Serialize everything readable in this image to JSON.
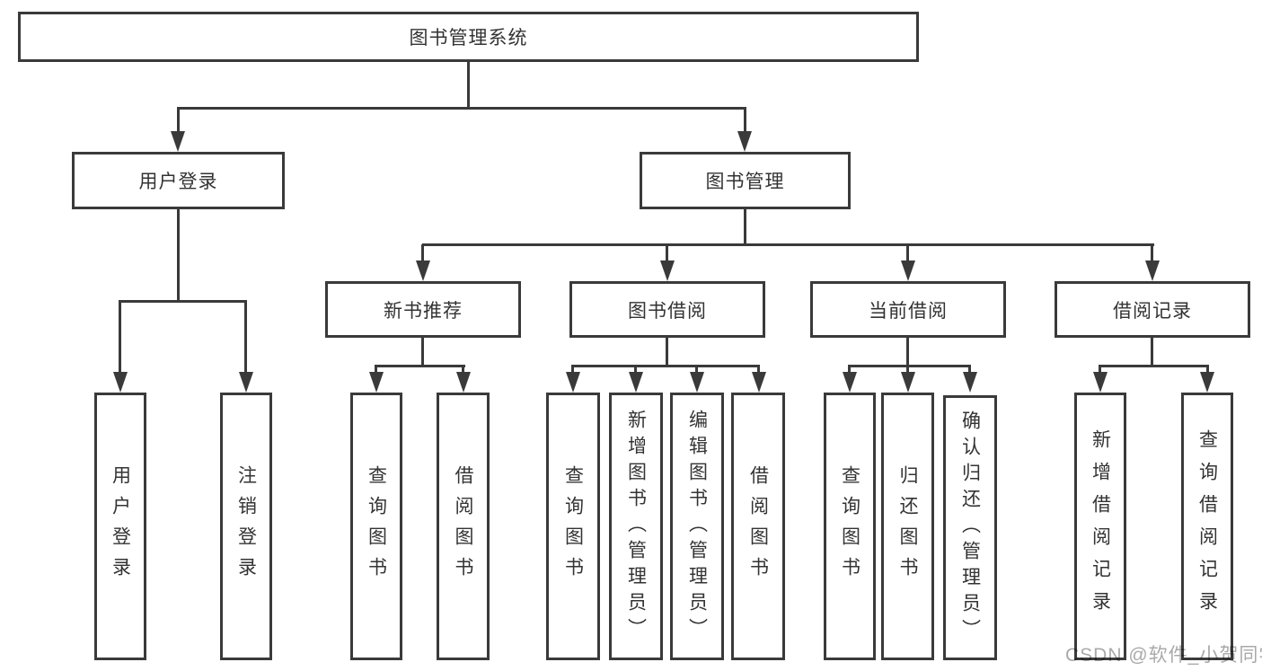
{
  "diagram": {
    "root": {
      "label": "图书管理系统"
    },
    "branches": [
      {
        "label": "用户登录",
        "children": [
          {
            "label": "用户登录"
          },
          {
            "label": "注销登录"
          }
        ]
      },
      {
        "label": "图书管理",
        "children": [
          {
            "label": "新书推荐",
            "children": [
              {
                "label": "查询图书"
              },
              {
                "label": "借阅图书"
              }
            ]
          },
          {
            "label": "图书借阅",
            "children": [
              {
                "label": "查询图书"
              },
              {
                "label": "新增图书（管理员）"
              },
              {
                "label": "编辑图书（管理员）"
              },
              {
                "label": "借阅图书"
              }
            ]
          },
          {
            "label": "当前借阅",
            "children": [
              {
                "label": "查询图书"
              },
              {
                "label": "归还图书"
              },
              {
                "label": "确认归还（管理员）"
              }
            ]
          },
          {
            "label": "借阅记录",
            "children": [
              {
                "label": "新增借阅记录"
              },
              {
                "label": "查询借阅记录"
              }
            ]
          }
        ]
      }
    ]
  },
  "watermark": {
    "text": "CSDN @软件_小贺同学"
  },
  "colors": {
    "line": "#3a3a3a",
    "text": "#333333",
    "background": "#ffffff",
    "watermark": "#a9a9a9"
  }
}
